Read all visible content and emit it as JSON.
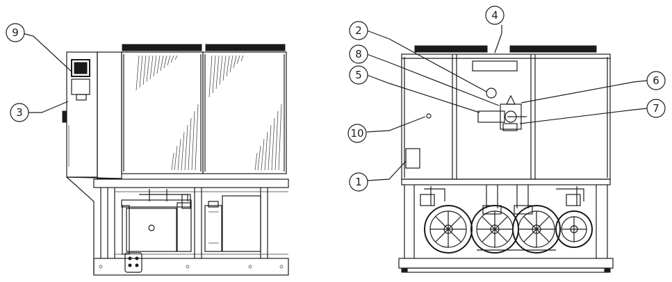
{
  "callouts": [
    {
      "id": "c9",
      "label": "9"
    },
    {
      "id": "c3",
      "label": "3"
    },
    {
      "id": "c4",
      "label": "4"
    },
    {
      "id": "c2",
      "label": "2"
    },
    {
      "id": "c8",
      "label": "8"
    },
    {
      "id": "c5",
      "label": "5"
    },
    {
      "id": "c6",
      "label": "6"
    },
    {
      "id": "c7",
      "label": "7"
    },
    {
      "id": "c10",
      "label": "10"
    },
    {
      "id": "c1",
      "label": "1"
    }
  ]
}
